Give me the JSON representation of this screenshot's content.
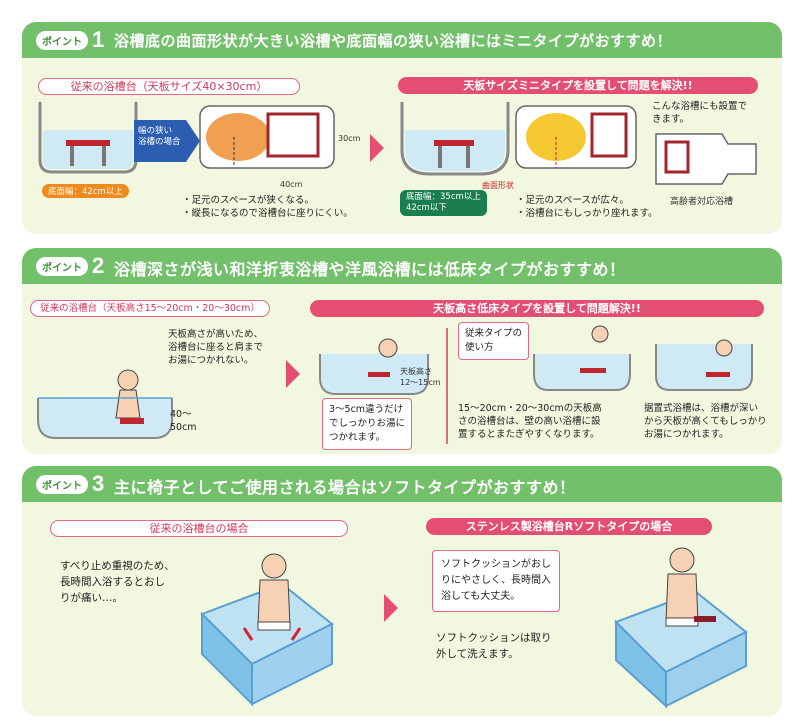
{
  "point_label": "ポイント",
  "sections": [
    {
      "number": "1",
      "title": "浴槽底の曲面形状が大きい浴槽や底面幅の狭い浴槽にはミニタイプがおすすめ！",
      "left_caption": "従来の浴槽台（天板サイズ40×30cm）",
      "right_caption": "天板サイズミニタイプを設置して問題を解決!!",
      "narrow_label": "幅の狭い\n浴槽の場合",
      "bottom_width_old": "底面幅：42cm以上",
      "dim_30": "30cm",
      "dim_40": "40cm",
      "problem_text": "・足元のスペースが狭くなる。\n・縦長になるので浴槽台に座りにくい。",
      "bottom_width_new": "底面幅：35cm以上\n42cm以下",
      "curved_label": "曲面形状",
      "solution_text": "・足元のスペースが広々。\n・浴槽台にもしっかり座れます。",
      "also_text": "こんな浴槽にも設置で\nきます。",
      "elderly_tub_label": "高齢者対応浴槽"
    },
    {
      "number": "2",
      "title": "浴槽深さが浅い和洋折衷浴槽や洋風浴槽には低床タイプがおすすめ！",
      "left_caption": "従来の浴槽台（天板高さ15～20cm・20～30cm）",
      "right_caption": "天板高さ低床タイプを設置して問題解決!!",
      "problem_text": "天板高さが高いため、\n浴槽台に座ると肩まで\nお湯につかれない。",
      "depth_label": "40～\n50cm",
      "fix_text": "3～5cm違うだけ\nでしっかりお湯に\nつかれます。",
      "height_label": "天板高さ\n12～15cm",
      "old_use_label": "従来タイプの\n使い方",
      "old_use_text": "15～20cm・20～30cmの天板高\nさの浴槽台は、壁の高い浴槽に設\n置するとまたぎやすくなります。",
      "deep_text": "据置式浴槽は、浴槽が深い\nから天板が高くてもしっかり\nお湯につかれます。"
    },
    {
      "number": "3",
      "title": "主に椅子としてご使用される場合はソフトタイプがおすすめ！",
      "left_caption": "従来の浴槽台の場合",
      "right_caption": "ステンレス製浴槽台Rソフトタイプの場合",
      "problem_text": "すべり止め重視のため、\n長時間入浴するとおし\nりが痛い…。",
      "soft_text": "ソフトクッションがおし\nりにやさしく、長時間入\n浴しても大丈夫。",
      "wash_text": "ソフトクッションは取り\n外して洗えます。"
    }
  ],
  "colors": {
    "panel_bg": "#f2f7df",
    "header_green": "#73c06b",
    "accent_pink": "#e54e73",
    "water_blue": "#cfeaf5"
  }
}
